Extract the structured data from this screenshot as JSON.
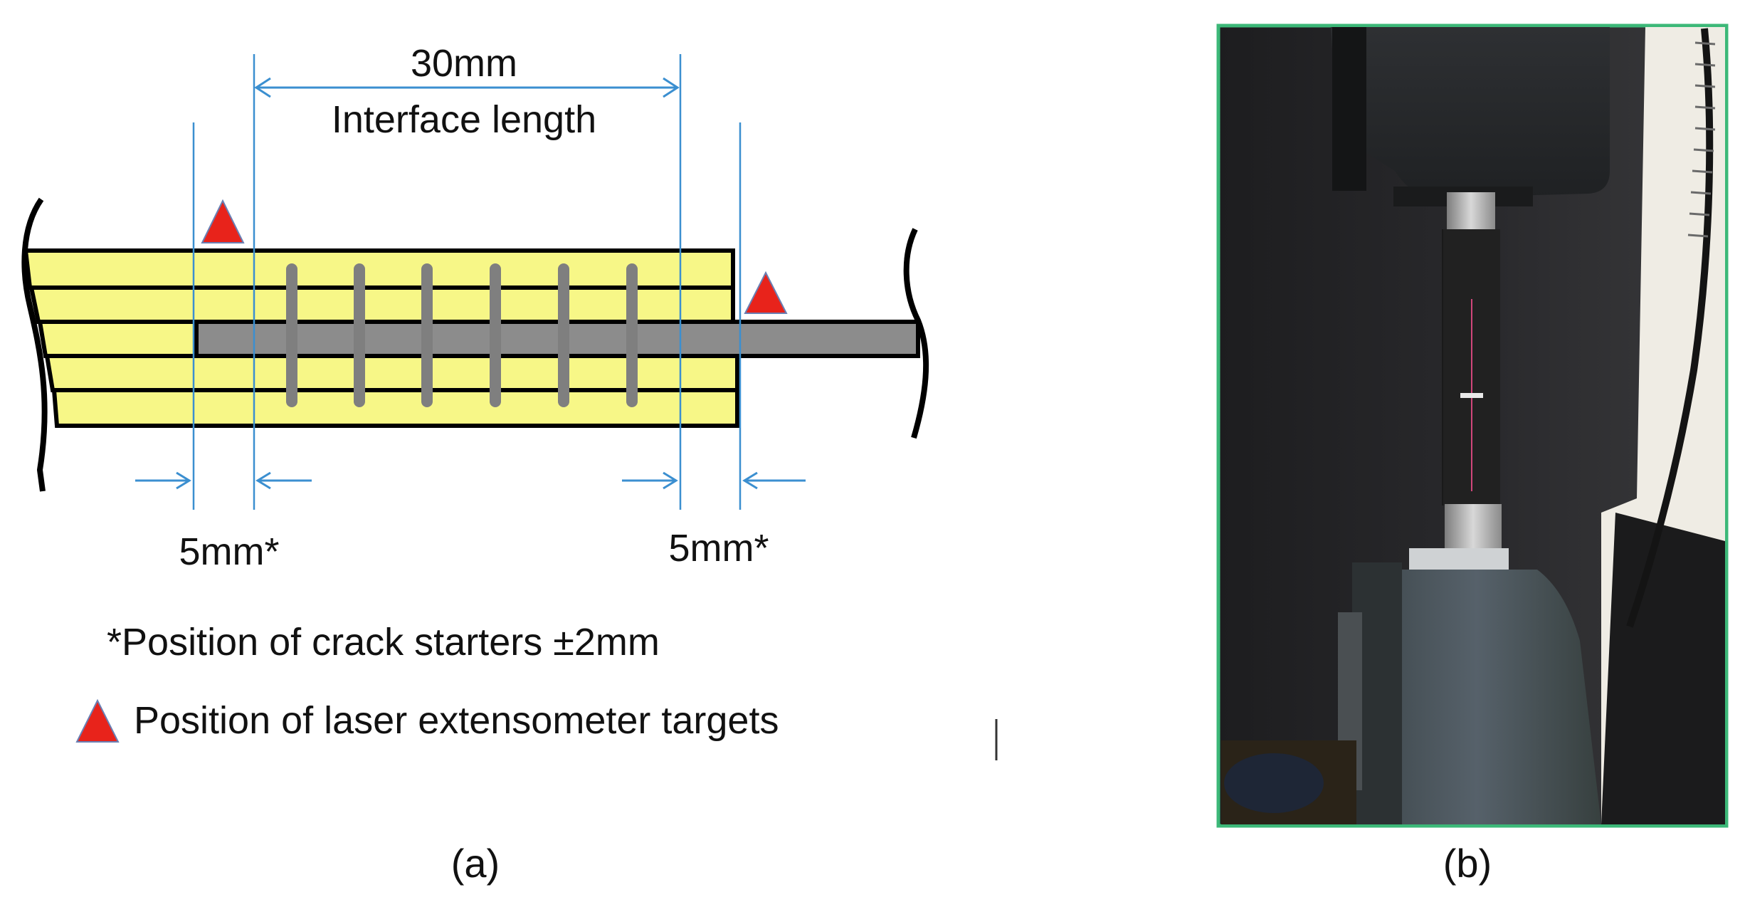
{
  "diagram": {
    "dimension_top": "30mm",
    "dimension_top_label": "Interface length",
    "dimension_left": "5mm*",
    "dimension_right": "5mm*",
    "note_crack_starters": "*Position of crack starters ±2mm",
    "legend_targets": "Position of laser extensometer targets",
    "caption_a": "(a)",
    "caption_b": "(b)"
  },
  "colors": {
    "ply_fill": "#f7f787",
    "ply_stroke": "#000000",
    "insert_fill": "#8c8c8c",
    "dimension_line": "#3b8fd0",
    "target_marker": "#e8231b",
    "photo_frame": "#3cb878"
  }
}
